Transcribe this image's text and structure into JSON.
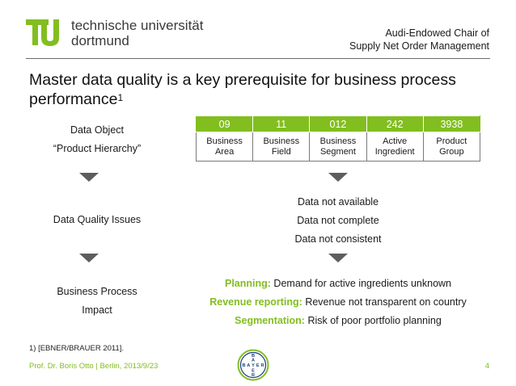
{
  "header": {
    "university_name": "technische universität\ndortmund",
    "chair_line1": "Audi-Endowed Chair of",
    "chair_line2": "Supply Net Order Management"
  },
  "slide": {
    "title": "Master data quality is a key prerequisite for business process performance",
    "title_footnote_marker": "1"
  },
  "left_column": {
    "data_object_label": "Data Object",
    "data_object_value": "“Product Hierarchy”",
    "quality_label": "Data Quality Issues",
    "impact_line1": "Business Process",
    "impact_line2": "Impact"
  },
  "hierarchy_table": {
    "columns": [
      {
        "code": "09",
        "label_line1": "Business",
        "label_line2": "Area"
      },
      {
        "code": "11",
        "label_line1": "Business",
        "label_line2": "Field"
      },
      {
        "code": "012",
        "label_line1": "Business",
        "label_line2": "Segment"
      },
      {
        "code": "242",
        "label_line1": "Active",
        "label_line2": "Ingredient"
      },
      {
        "code": "3938",
        "label_line1": "Product",
        "label_line2": "Group"
      }
    ],
    "code_color": "#82be1f"
  },
  "quality_issues": [
    "Data not available",
    "Data not complete",
    "Data not consistent"
  ],
  "impacts": [
    {
      "highlight": "Planning:",
      "text": " Demand for active ingredients unknown"
    },
    {
      "highlight": "Revenue reporting:",
      "text": " Revenue not transparent on country"
    },
    {
      "highlight": "Segmentation:",
      "text": " Risk of poor portfolio planning"
    }
  ],
  "footnote": "1)  [EBNER/BRAUER 2011].",
  "footer": {
    "author_line": "Prof. Dr. Boris Otto | Berlin, 2013/9/23",
    "page_number": "4",
    "bayer_logo_text": "BAYER"
  },
  "colors": {
    "accent_green": "#82be1f",
    "arrow_gray": "#5d5d5d"
  }
}
